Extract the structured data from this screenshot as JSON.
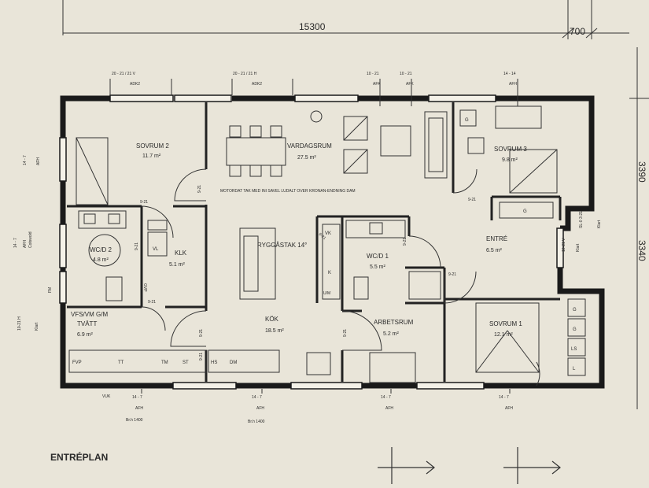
{
  "plan_title": "ENTRÉPLAN",
  "dimensions": {
    "overall_width": "15300",
    "overhang": "700",
    "right_upper": "3390",
    "right_lower": "3340"
  },
  "rooms": {
    "sovrum2": {
      "name": "SOVRUM 2",
      "area": "11.7 m²"
    },
    "vardagsrum": {
      "name": "VARDAGSRUM",
      "area": "27.5 m²"
    },
    "sovrum3": {
      "name": "SOVRUM 3",
      "area": "9.8 m²"
    },
    "wc2": {
      "name": "WC/D 2",
      "area": "4.8 m²"
    },
    "klk": {
      "name": "KLK",
      "area": "5.1 m²"
    },
    "ryggastak": {
      "name": "RYGGÅSTAK 14°"
    },
    "wc1": {
      "name": "WC/D 1",
      "area": "5.5 m²"
    },
    "entre": {
      "name": "ENTRÉ",
      "area": "6.5 m²"
    },
    "tvatt": {
      "line1": "VFS/VM G/M",
      "line2": "TVÄTT",
      "area": "6.9 m²"
    },
    "kok": {
      "name": "KÖK",
      "area": "18.5 m²"
    },
    "arbetsrum": {
      "name": "ARBETSRUM",
      "area": "5.2 m²"
    },
    "sovrum1": {
      "name": "SOVRUM 1",
      "area": "12.1 m²"
    }
  },
  "window_labels": {
    "top1": {
      "code": "20 - 21 / 21 V",
      "type": "ADK2"
    },
    "top2": {
      "code": "20 - 21 / 21 H",
      "type": "ADK2"
    },
    "top3": {
      "code": "10 - 21",
      "type": "AFK"
    },
    "top4": {
      "code": "10 - 21",
      "type": "AFK"
    },
    "top5": {
      "code": "14 - 14",
      "type": "AFH"
    },
    "left1": {
      "code": "14 - 7",
      "type": "AFH"
    },
    "left2": {
      "code": "14 - 7",
      "type": "AFH",
      "extra": "Cotswold"
    },
    "left3": {
      "code": "10-21 H",
      "type": "Klart"
    },
    "bottom1": {
      "code": "14 - 7",
      "type": "AFH",
      "extra": "Br.h 1400"
    },
    "bottom2": {
      "code": "14 - 7",
      "type": "AFH",
      "extra": "Br.h 1400"
    },
    "bottom3": {
      "code": "14 - 7",
      "type": "AFH"
    },
    "bottom4": {
      "code": "14 - 7",
      "type": "AFH"
    },
    "right1": {
      "code": "10-21 V",
      "type": "Klart"
    },
    "right2": {
      "code": "SL-0 3-21",
      "type": "Klart"
    }
  },
  "door_labels": [
    "9-21",
    "9-21",
    "9-21",
    "9-21",
    "9-21",
    "9-21",
    "9-21",
    "9-21",
    "9-21",
    "9-21",
    "9-21"
  ],
  "fixtures": {
    "fvp": "FVP",
    "tt": "TT",
    "tm": "TM",
    "st": "ST",
    "hs": "HS",
    "dm": "DM",
    "vl": "VL",
    "gvp": "GVP",
    "vk": "VK",
    "ugn": "U/M",
    "k": "K",
    "g": "G",
    "ls": "LS",
    "l": "L",
    "fm": "FM",
    "vuk": "VUK"
  },
  "note": "MOTORDAT TAK MED INI SAVEL LUDALT OVER KRONAN-ENDNING DAM"
}
